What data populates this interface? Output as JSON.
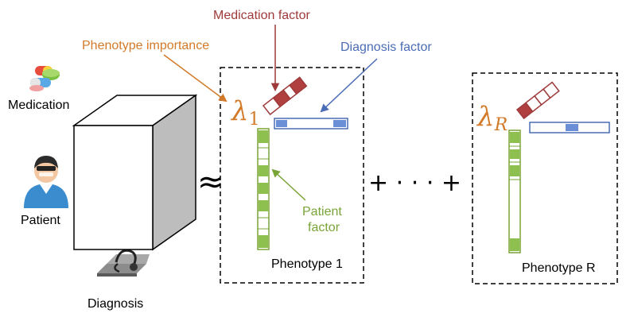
{
  "labels": {
    "medication": "Medication",
    "patient": "Patient",
    "diagnosis": "Diagnosis",
    "approx": "≈",
    "sum": "+ · · · +",
    "phenotype_1": "Phenotype 1",
    "phenotype_r": "Phenotype R",
    "medication_factor": "Medication factor",
    "diagnosis_factor": "Diagnosis factor",
    "phenotype_importance": "Phenotype importance",
    "patient_factor_line1": "Patient",
    "patient_factor_line2": "factor",
    "lambda_1_symbol": "λ",
    "lambda_1_sub": "1",
    "lambda_r_symbol": "λ",
    "lambda_r_sub": "R"
  },
  "colors": {
    "medication": "#9e3a3a",
    "diagnosis": "#4a6db5",
    "patient": "#79a437",
    "importance": "#d37a28",
    "cube_side": "#bdbdbd"
  },
  "icons": [
    "pills-icon",
    "patient-icon",
    "stethoscope-icon"
  ]
}
